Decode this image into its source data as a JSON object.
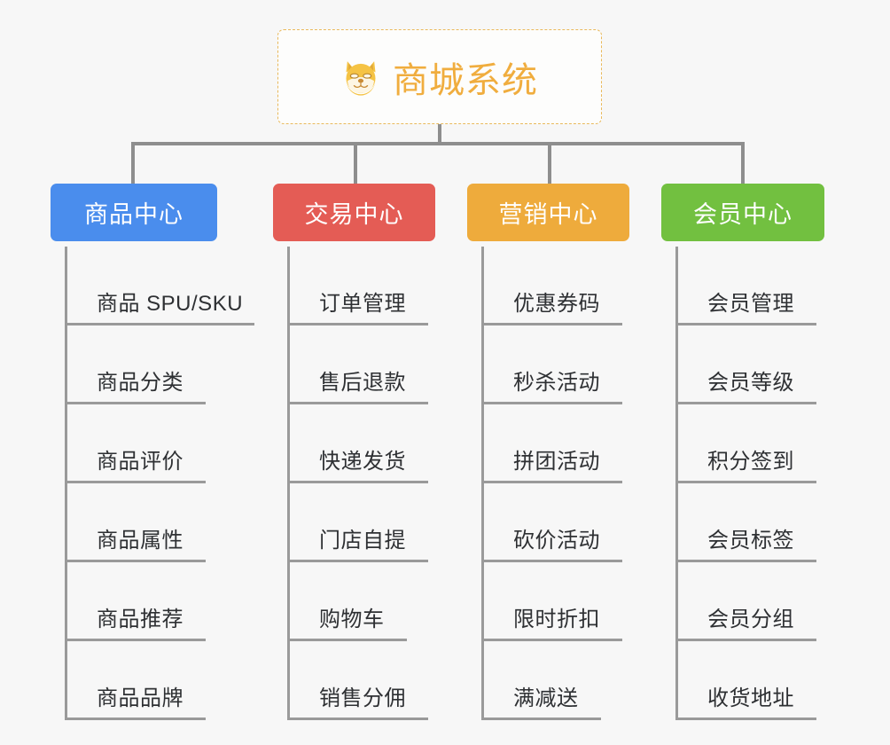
{
  "diagram": {
    "type": "org-tree",
    "background_color": "#f7f7f7",
    "connector_color": "#8e8e8e",
    "root": {
      "title": "商城系统",
      "icon": "shiba-dog-face-emoji",
      "text_color": "#f0ad3e",
      "border_color": "#e9b95c",
      "background_color": "#fdfdfc"
    },
    "branches": [
      {
        "label": "商品中心",
        "color": "#4a8ded",
        "items": [
          "商品 SPU/SKU",
          "商品分类",
          "商品评价",
          "商品属性",
          "商品推荐",
          "商品品牌"
        ]
      },
      {
        "label": "交易中心",
        "color": "#e45c55",
        "items": [
          "订单管理",
          "售后退款",
          "快递发货",
          "门店自提",
          "购物车",
          "销售分佣"
        ]
      },
      {
        "label": "营销中心",
        "color": "#eeab3c",
        "items": [
          "优惠券码",
          "秒杀活动",
          "拼团活动",
          "砍价活动",
          "限时折扣",
          "满减送"
        ]
      },
      {
        "label": "会员中心",
        "color": "#72c040",
        "items": [
          "会员管理",
          "会员等级",
          "积分签到",
          "会员标签",
          "会员分组",
          "收货地址"
        ]
      }
    ]
  }
}
